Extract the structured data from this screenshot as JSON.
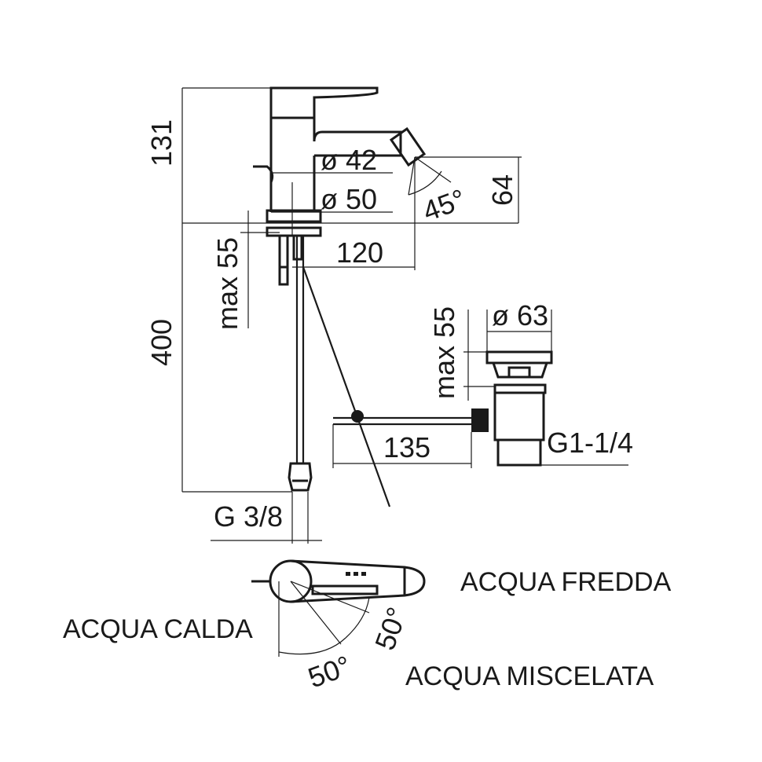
{
  "dimensions": {
    "height_total": "131",
    "spout_diameter": "ø 42",
    "base_diameter": "ø 50",
    "spout_angle": "45°",
    "spout_height": "64",
    "reach": "120",
    "hole_depth_max_left": "max 55",
    "tube_length": "400",
    "waste_diameter": "ø 63",
    "waste_depth_max": "max 55",
    "rod_length": "135",
    "waste_thread": "G1-1/4",
    "supply_thread": "G 3/8",
    "lever_angle_left": "50°",
    "lever_angle_right": "50°"
  },
  "labels": {
    "cold_water": "ACQUA FREDDA",
    "hot_water": "ACQUA CALDA",
    "mixed_water": "ACQUA MISCELATA"
  }
}
